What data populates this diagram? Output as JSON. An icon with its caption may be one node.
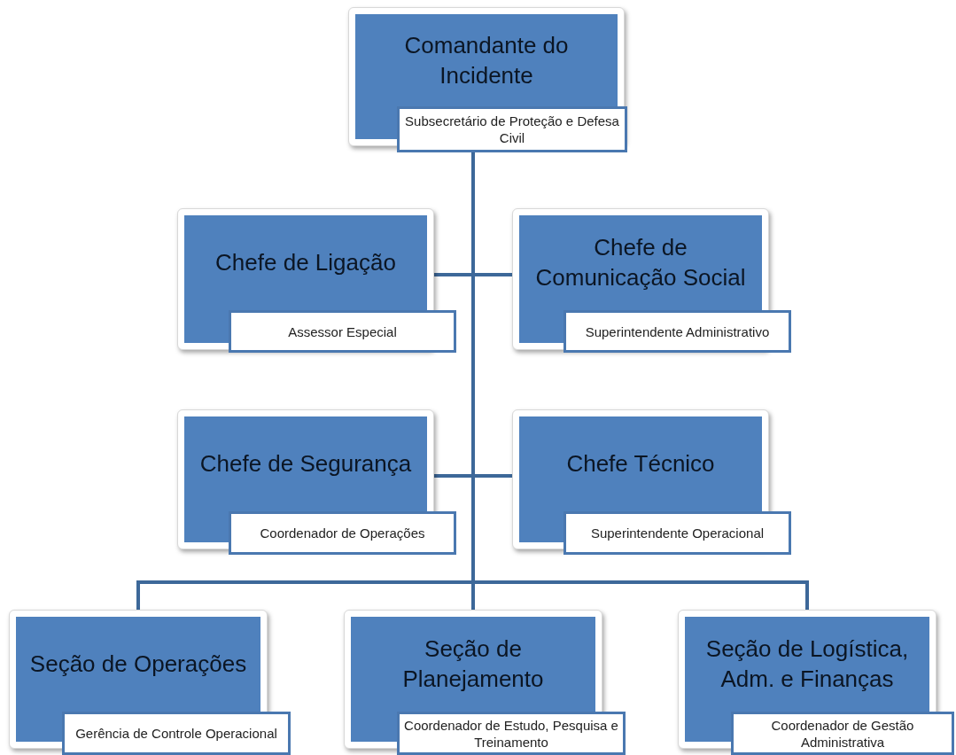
{
  "diagram": {
    "nodes": [
      {
        "text": [
          "Comandante do Incidente",
          "Subsecretário de Proteção e Defesa Civil"
        ]
      },
      {
        "text": [
          "Chefe de Ligação",
          "Assessor Especial"
        ]
      },
      {
        "text": [
          "Chefe de Comunicação Social",
          "Superintendente Administrativo"
        ]
      },
      {
        "text": [
          "Chefe de Segurança",
          "Coordenador de Operações"
        ]
      },
      {
        "text": [
          "Chefe Técnico",
          "Superintendente Operacional"
        ]
      },
      {
        "text": [
          "Seção de Operações",
          "Gerência de Controle Operacional"
        ]
      },
      {
        "text": [
          "Seção de Planejamento",
          "Coordenador de Estudo, Pesquisa e Treinamento"
        ]
      },
      {
        "text": [
          "Seção de Logística, Adm. e Finanças",
          "Coordenador de Gestão Administrativa"
        ]
      }
    ],
    "edges": [
      {
        "from": 0,
        "to": 1,
        "arrow": "none"
      },
      {
        "from": 0,
        "to": 2,
        "arrow": "none"
      },
      {
        "from": 0,
        "to": 3,
        "arrow": "none"
      },
      {
        "from": 0,
        "to": 4,
        "arrow": "none"
      },
      {
        "from": 0,
        "to": 5,
        "arrow": "none"
      },
      {
        "from": 0,
        "to": 6,
        "arrow": "none"
      },
      {
        "from": 0,
        "to": 7,
        "arrow": "none"
      }
    ]
  }
}
